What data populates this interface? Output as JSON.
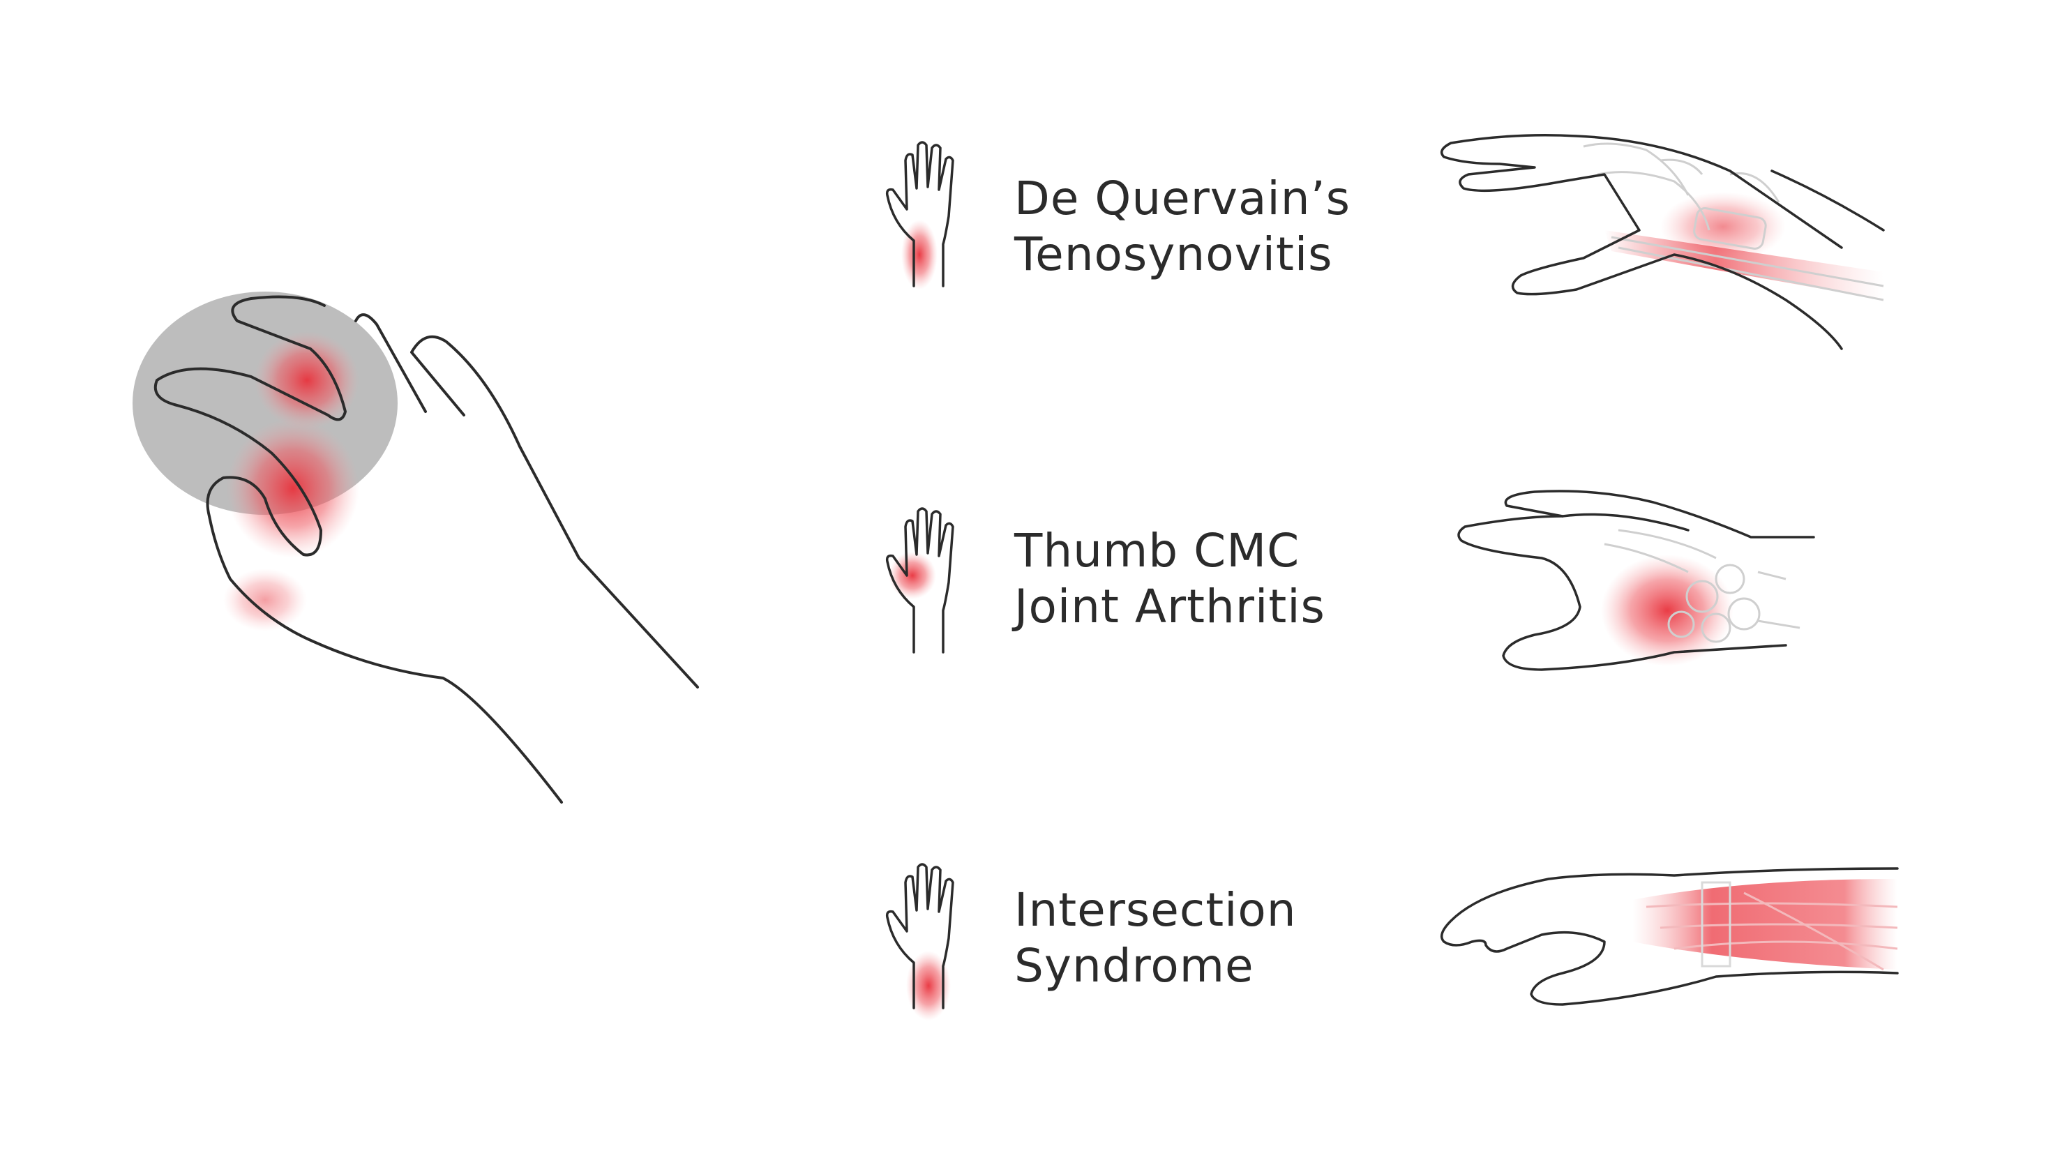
{
  "conditions": [
    {
      "line1": "De Quervain’s",
      "line2": "Tenosynovitis",
      "pain_zone": "thumb-side wrist"
    },
    {
      "line1": "Thumb CMC",
      "line2": "Joint Arthritis",
      "pain_zone": "base of thumb"
    },
    {
      "line1": "Intersection",
      "line2": "Syndrome",
      "pain_zone": "forearm above wrist"
    }
  ],
  "colors": {
    "outline": "#2b2b2b",
    "pain_red": "#e8323c",
    "mouse_gray": "#bdbdbd",
    "bone_gray": "#cfcfcf",
    "text": "#2b2b2b"
  },
  "icons": [
    "hand-on-mouse-illustration",
    "hand-pain-icon",
    "wrist-anatomy-illustration"
  ]
}
